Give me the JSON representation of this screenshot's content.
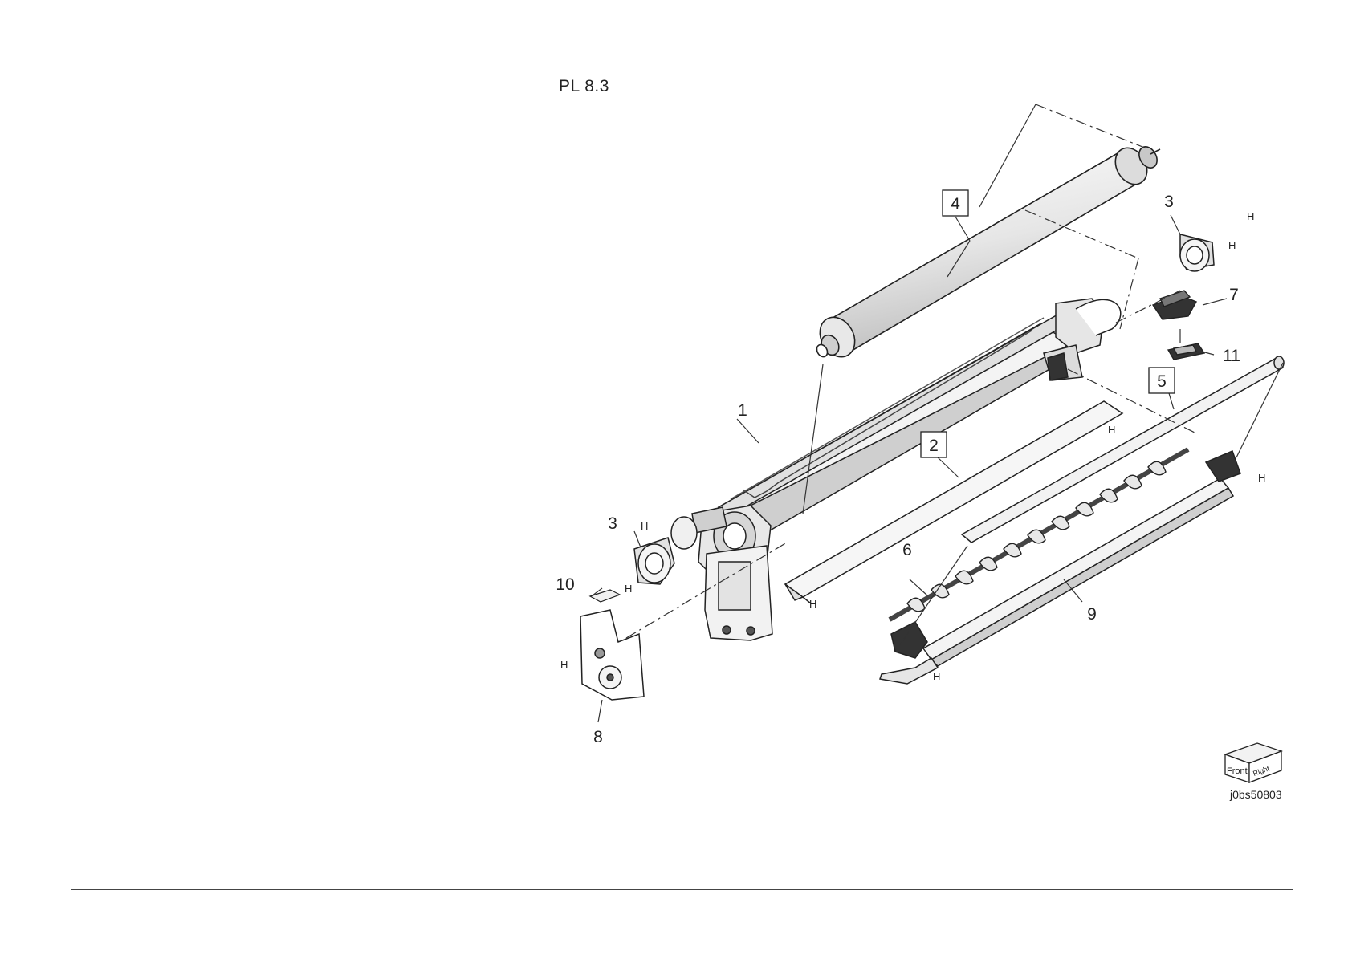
{
  "page": {
    "title": "PL 8.3",
    "image_id": "j0bs50803"
  },
  "callouts": {
    "c1": "1",
    "c2": "2",
    "c3a": "3",
    "c3b": "3",
    "c4": "4",
    "c5": "5",
    "c6": "6",
    "c7": "7",
    "c8": "8",
    "c9": "9",
    "c10": "10",
    "c11": "11"
  },
  "hardware_label": "H",
  "orientation": {
    "front": "Front",
    "right": "Right"
  },
  "colors": {
    "line": "#222222",
    "fill_light": "#f2f2f2",
    "fill_mid": "#d9d9d9",
    "fill_dark": "#9a9a9a",
    "part_dark": "#333333"
  }
}
